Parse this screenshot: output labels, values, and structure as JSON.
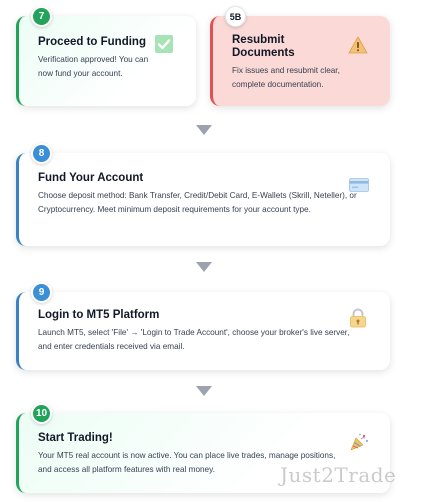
{
  "steps": {
    "s7": {
      "number": "7",
      "title": "Proceed to Funding",
      "description": "Verification approved! You can now fund your account.",
      "icon": "check-box-icon"
    },
    "s5b": {
      "number": "5B",
      "title": "Resubmit Documents",
      "description": "Fix issues and resubmit clear, complete documentation.",
      "icon": "warning-icon"
    },
    "s8": {
      "number": "8",
      "title": "Fund Your Account",
      "description": "Choose deposit method: Bank Transfer, Credit/Debit Card, E-Wallets (Skrill, Neteller), or Cryptocurrency. Meet minimum deposit requirements for your account type.",
      "icon": "credit-card-icon"
    },
    "s9": {
      "number": "9",
      "title": "Login to MT5 Platform",
      "description": "Launch MT5, select 'File' → 'Login to Trade Account', choose your broker's live server, and enter credentials received via email.",
      "icon": "lock-icon"
    },
    "s10": {
      "number": "10",
      "title": "Start Trading!",
      "description": "Your MT5 real account is now active. You can place live trades, manage positions, and access all platform features with real money.",
      "icon": "party-popper-icon"
    }
  },
  "watermark": "Just2Trade",
  "colors": {
    "green": "#22a35a",
    "blue": "#3b8fd6",
    "red": "#e05252",
    "arrow": "#9ca3af"
  }
}
